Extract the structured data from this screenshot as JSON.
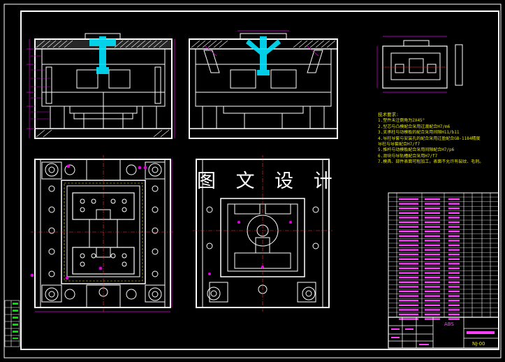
{
  "drawing": {
    "title_overlay": "图 文 设 计",
    "colors": {
      "background": "#000000",
      "frame": "#ffffff",
      "mold_outline": "#ffffff",
      "hatch": "#ffffff",
      "sprue": "#00e5ff",
      "dimension": "#e000e0",
      "center_line": "#ff3030",
      "notes_text": "#e6e600",
      "title_block_text": "#ff40ff",
      "title_block_lines": "#ffffff"
    }
  },
  "technical_requirements": {
    "heading": "技术要求:",
    "items": [
      "1.塑件未注倒角为2X45°",
      "2.型芯与凸模配合采用过渡配合H7/m6",
      "3.支承柱与动模板的配合采用间隙H11/b11",
      "4.导柱导套与安装孔的配合采用过盈配合GB-1184精度",
      "  导柱与导套配合H7/f7",
      "5.推杆与动模板配合采用间隙配合H7/p6",
      "6.滑块与导轨槽配合采用H7/f7",
      "7.模具、部件表面可粗加工，表面不允许有裂纹、毛刺。"
    ]
  },
  "title_block": {
    "material": "ABS",
    "drawing_number": "NJ-00"
  }
}
